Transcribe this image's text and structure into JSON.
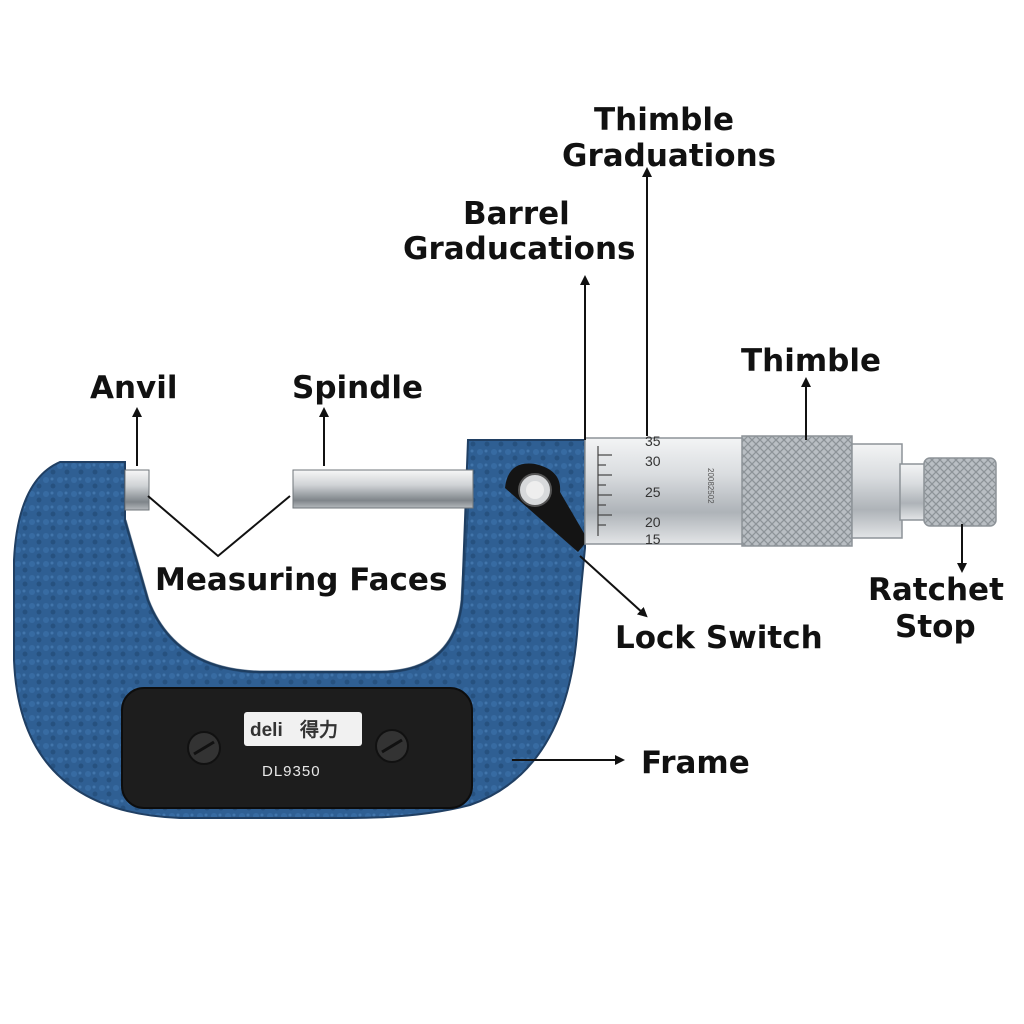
{
  "labels": {
    "anvil": "Anvil",
    "spindle": "Spindle",
    "measuring_faces": "Measuring Faces",
    "barrel_graduations_1": "Barrel",
    "barrel_graduations_2": "Graducations",
    "thimble_graduations_1": "Thimble",
    "thimble_graduations_2": "Graduations",
    "thimble": "Thimble",
    "ratchet_stop_1": "Ratchet",
    "ratchet_stop_2": "Stop",
    "lock_switch": "Lock Switch",
    "frame": "Frame"
  },
  "device": {
    "brand": "deli",
    "brand_cn": "得力",
    "model": "DL9350",
    "serial": "20082502",
    "thimble_ticks": [
      "35",
      "30",
      "25",
      "20",
      "15"
    ]
  },
  "colors": {
    "frame_blue": "#2f5f93",
    "label_text": "#111111",
    "plate": "#1d1d1d",
    "steel": "#c9cdd1"
  },
  "icons": [
    "arrow-up-icon",
    "arrow-right-icon",
    "arrow-down-icon",
    "screw-icon"
  ]
}
